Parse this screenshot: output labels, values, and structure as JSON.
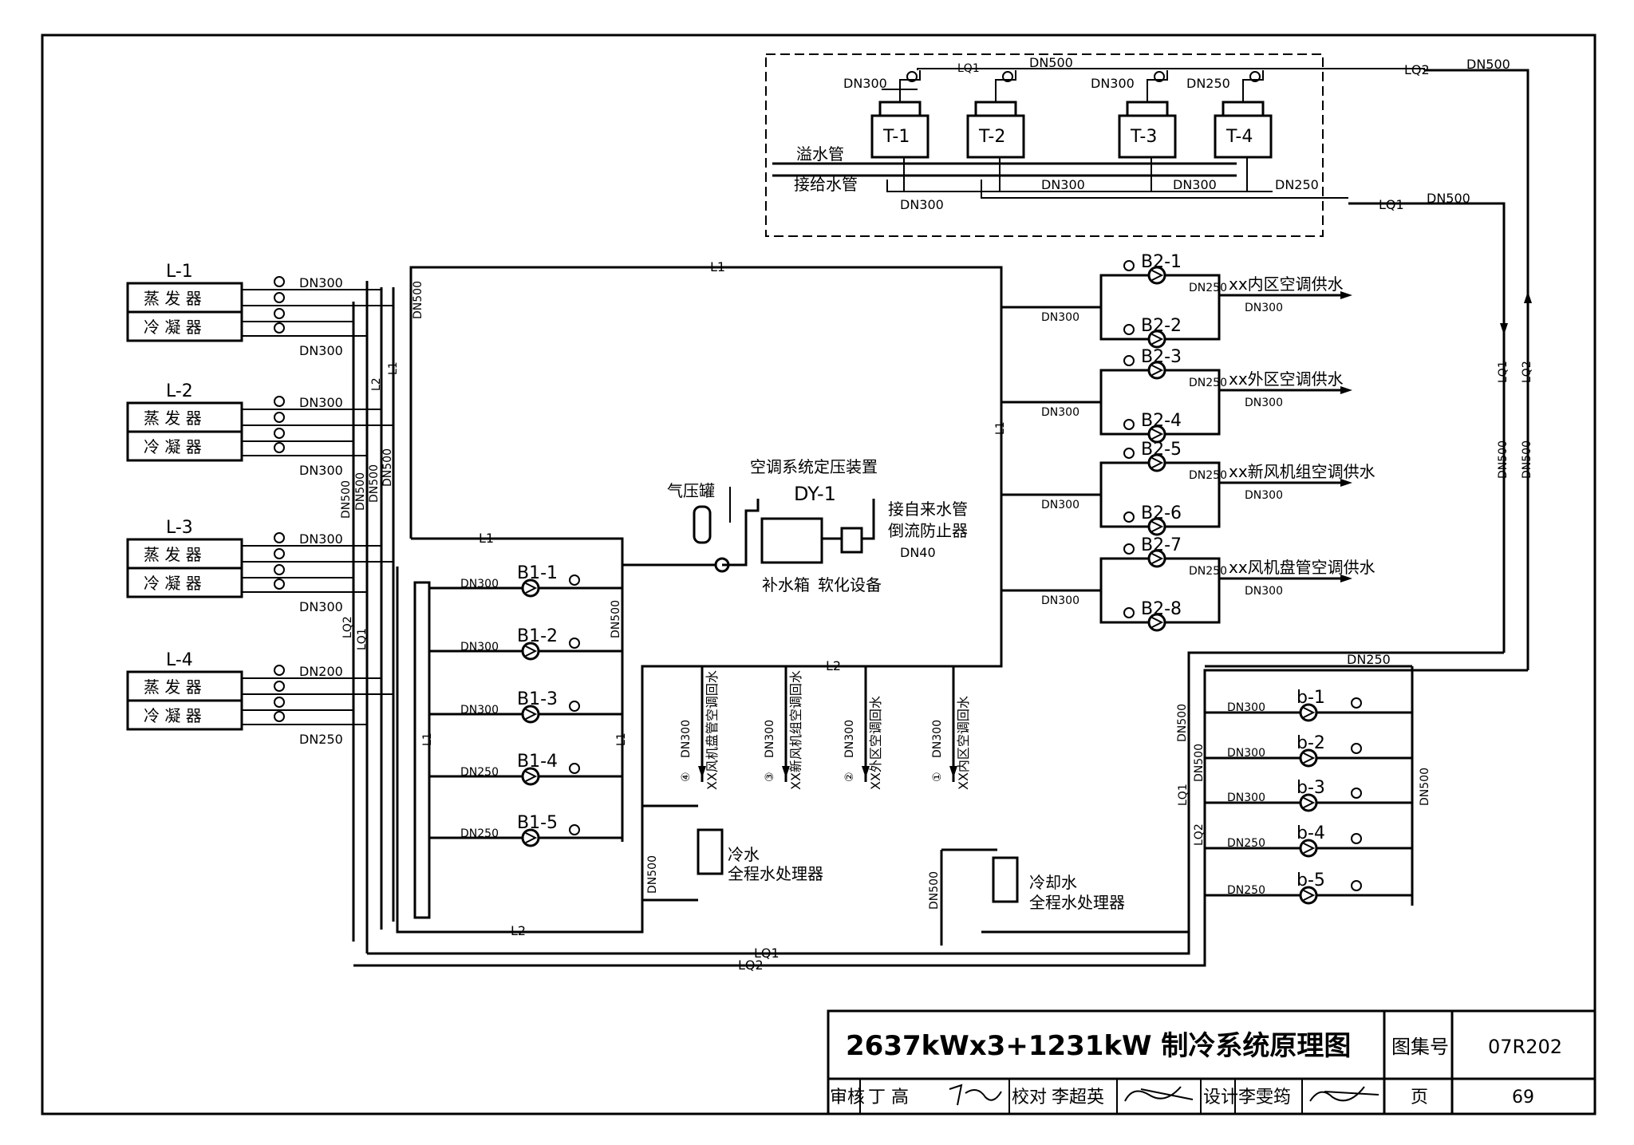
{
  "cooling_towers": [
    {
      "label": "T-1",
      "pipe": "DN300"
    },
    {
      "label": "T-2",
      "pipe": ""
    },
    {
      "label": "T-3",
      "pipe": "DN300"
    },
    {
      "label": "T-4",
      "pipe": "DN250"
    }
  ],
  "tower_labels": {
    "overflow": "溢水管",
    "makeup": "接给水管",
    "lq1_top": "LQ1",
    "dn500_top": "DN500",
    "dn300_a": "DN300",
    "dn300_b": "DN300",
    "dn300_c": "DN300",
    "dn250_c": "DN250"
  },
  "chillers": [
    {
      "label": "L-1",
      "evaporator": "蒸 发 器",
      "condenser": "冷 凝 器",
      "pipe_top": "DN300",
      "pipe_bottom": "DN300"
    },
    {
      "label": "L-2",
      "evaporator": "蒸 发 器",
      "condenser": "冷 凝 器",
      "pipe_top": "DN300",
      "pipe_bottom": "DN300"
    },
    {
      "label": "L-3",
      "evaporator": "蒸 发 器",
      "condenser": "冷 凝 器",
      "pipe_top": "DN300",
      "pipe_bottom": "DN300"
    },
    {
      "label": "L-4",
      "evaporator": "蒸 发 器",
      "condenser": "冷 凝 器",
      "pipe_top": "DN200",
      "pipe_bottom": "DN250"
    }
  ],
  "primary_pumps": [
    {
      "label": "B1-1",
      "pipe": "DN300"
    },
    {
      "label": "B1-2",
      "pipe": "DN300"
    },
    {
      "label": "B1-3",
      "pipe": "DN300"
    },
    {
      "label": "B1-4",
      "pipe": "DN250"
    },
    {
      "label": "B1-5",
      "pipe": "DN250"
    }
  ],
  "secondary_groups": [
    {
      "pumps": [
        "B2-1",
        "B2-2"
      ],
      "inlet": "DN300",
      "branch": "DN250",
      "supply": "xx内区空调供水",
      "outlet": "DN300"
    },
    {
      "pumps": [
        "B2-3",
        "B2-4"
      ],
      "inlet": "DN300",
      "branch": "DN250",
      "supply": "xx外区空调供水",
      "outlet": "DN300"
    },
    {
      "pumps": [
        "B2-5",
        "B2-6"
      ],
      "inlet": "DN300",
      "branch": "DN250",
      "supply": "xx新风机组空调供水",
      "outlet": "DN300"
    },
    {
      "pumps": [
        "B2-7",
        "B2-8"
      ],
      "inlet": "DN300",
      "branch": "DN250",
      "supply": "xx风机盘管空调供水",
      "outlet": "DN300"
    }
  ],
  "cooling_pumps": [
    {
      "label": "b-1",
      "pipe": "DN300"
    },
    {
      "label": "b-2",
      "pipe": "DN300"
    },
    {
      "label": "b-3",
      "pipe": "DN300"
    },
    {
      "label": "b-4",
      "pipe": "DN250"
    },
    {
      "label": "b-5",
      "pipe": "DN250"
    }
  ],
  "return_lines": [
    {
      "num": "④",
      "pipe": "DN300",
      "text": "XX风机盘管空调回水"
    },
    {
      "num": "③",
      "pipe": "DN300",
      "text": "XX新风机组空调回水"
    },
    {
      "num": "②",
      "pipe": "DN300",
      "text": "XX外区空调回水"
    },
    {
      "num": "①",
      "pipe": "DN300",
      "text": "XX内区空调回水"
    }
  ],
  "pressurization": {
    "title": "空调系统定压装置",
    "device": "DY-1",
    "tank": "气压罐",
    "water_source": "接自来水管",
    "backflow": "倒流防止器",
    "dn40": "DN40",
    "makeup_tank": "补水箱",
    "softener": "软化设备"
  },
  "treaters": {
    "chilled": [
      "冷水",
      "全程水处理器"
    ],
    "cooling": [
      "冷却水",
      "全程水处理器"
    ]
  },
  "pipes": {
    "L1": "L1",
    "L2": "L2",
    "LQ1": "LQ1",
    "LQ2": "LQ2",
    "DN500": "DN500",
    "DN250": "DN250"
  },
  "title_block": {
    "title": "2637kWx3+1231kW 制冷系统原理图",
    "atlas_label": "图集号",
    "atlas_no": "07R202",
    "review_label": "审核",
    "reviewer": "丁 高",
    "check_label": "校对",
    "checker": "李超英",
    "design_label": "设计",
    "designer": "李雯筠",
    "page_label": "页",
    "page_no": "69"
  }
}
